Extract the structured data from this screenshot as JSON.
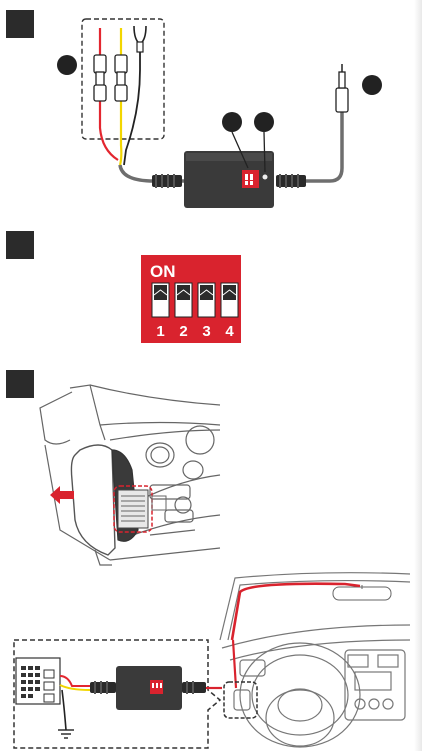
{
  "steps": [
    {
      "id": "step-1-marker"
    },
    {
      "id": "step-2-marker"
    },
    {
      "id": "step-3-marker"
    }
  ],
  "dip_switch": {
    "on_label": "ON",
    "switch_numbers": [
      "1",
      "2",
      "3",
      "4"
    ],
    "color": "#d9232e"
  },
  "wire_colors": {
    "red": "#e3262f",
    "yellow": "#f5e31b",
    "black": "#222222",
    "gray": "#7a7a7a"
  },
  "callout_color": "#d9232e"
}
